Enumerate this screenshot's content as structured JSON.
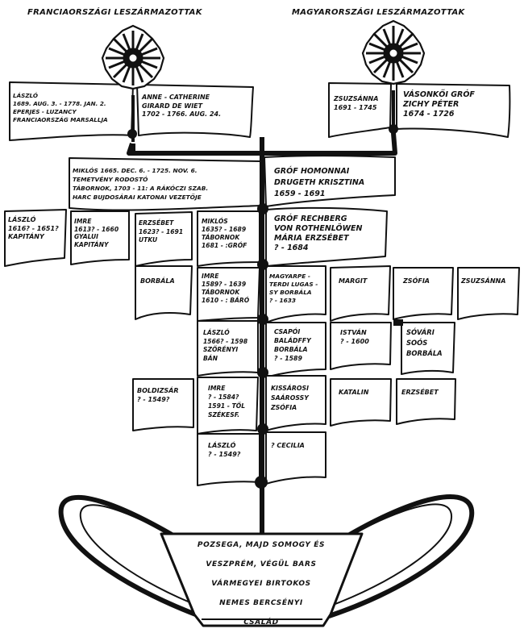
{
  "headers": {
    "left": "FRANCIAORSZÁGI LESZÁRMAZOTTAK",
    "right": "MAGYARORSZÁGI LESZÁRMAZOTTAK"
  },
  "leaves": {
    "laszlo_1689": "LÁSZLÓ\n1689. AUG. 3. - 1778. JAN. 2.\nEPERJES - LUZANCY\nFRANCIAORSZÁG MARSALLJA",
    "anne_catherine": "ANNE - CATHERINE\nGIRARD DE WIET\n1702 - 1766. AUG. 24.",
    "zsuzsanna_1691": "ZSUZSÁNNA\n1691 - 1745",
    "vasonkoi": "VÁSONKŐI GRÓF\nZICHY PÉTER\n1674 - 1726",
    "miklos_1665": "MIKLÓS 1665. DEC. 6. - 1725. NOV. 6.\nTEMETVÉNY RODOSTÓ\nTÁBORNOK, 1703 - 11: A RÁKÓCZI SZAB.\nHARC BUJDOSÁRAI KATONAI VEZETŐJE",
    "homonnai": "GRÓF HOMONNAI\nDRUGETH KRISZTINA\n1659 - 1691",
    "laszlo_1616": "LÁSZLÓ\n1616? - 1651?\nKAPITÁNY",
    "imre_1613": "IMRE\n1613? - 1660\nGYALUI\nKAPITÁNY",
    "erzsebet_1623": "ERZSÉBET\n1623? - 1691\nUTKU",
    "miklos_1635": "MIKLÓS\n1635? - 1689\nTÁBORNOK\n1681 - :GRÓF",
    "rechberg": "GRÓF RECHBERG\nVON ROTHENLÖWEN\nMÁRIA ERZSÉBET\n? - 1684",
    "borbala": "BORBÁLA",
    "imre_1589": "IMRE\n1589? - 1639\nTÁBORNOK\n1610 - : BÁRÓ",
    "magyarpeterdi": "MAGYARPE -\nTERDI LUGAS -\nSY BORBÁLA\n? - 1633",
    "margit": "MARGIT",
    "zsofia": "ZSÓFIA",
    "zsuzsanna": "ZSUZSÁNNA",
    "laszlo_1566": "LÁSZLÓ\n1566? - 1598\nSZŐRÉNYI\nBÁN",
    "csapoi": "CSAPÓI\nBALÁDFFY\nBORBÁLA\n? - 1589",
    "istvan": "ISTVÁN\n? - 1600",
    "sovari": "SÓVÁRI\nSOÓS\nBORBÁLA",
    "boldizsar": "BOLDIZSÁR\n? - 1549?",
    "imre_1584": "IMRE\n? - 1584?\n1591 - TŐL\nSZÉKESF.",
    "kissarosi": "KISSÁROSI\nSAÁROSSY\nZSÓFIA",
    "katalin": "KATALIN",
    "erzsebet": "ERZSÉBET",
    "laszlo_1549": "LÁSZLÓ\n? - 1549?",
    "cecilia": "? CECILIA"
  },
  "vase_text": "POZSEGA, MAJD SOMOGY ÉS\nVESZPRÉM, VÉGÜL BARS\nVÁRMEGYEI BIRTOKOS\nNEMES BERCSÉNYI\nCSALÁD"
}
